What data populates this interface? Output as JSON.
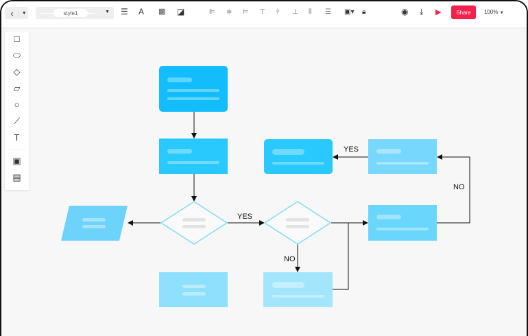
{
  "toolbar": {
    "style_value": "style1",
    "share_label": "Share",
    "zoom_value": "100%"
  },
  "diagram": {
    "yes1": "YES",
    "yes2": "YES",
    "no1": "NO",
    "no2": "NO"
  },
  "colors": {
    "accent": "#f5214a",
    "primary": "#13bdfc",
    "diamond_stroke": "#7fdcf5"
  }
}
